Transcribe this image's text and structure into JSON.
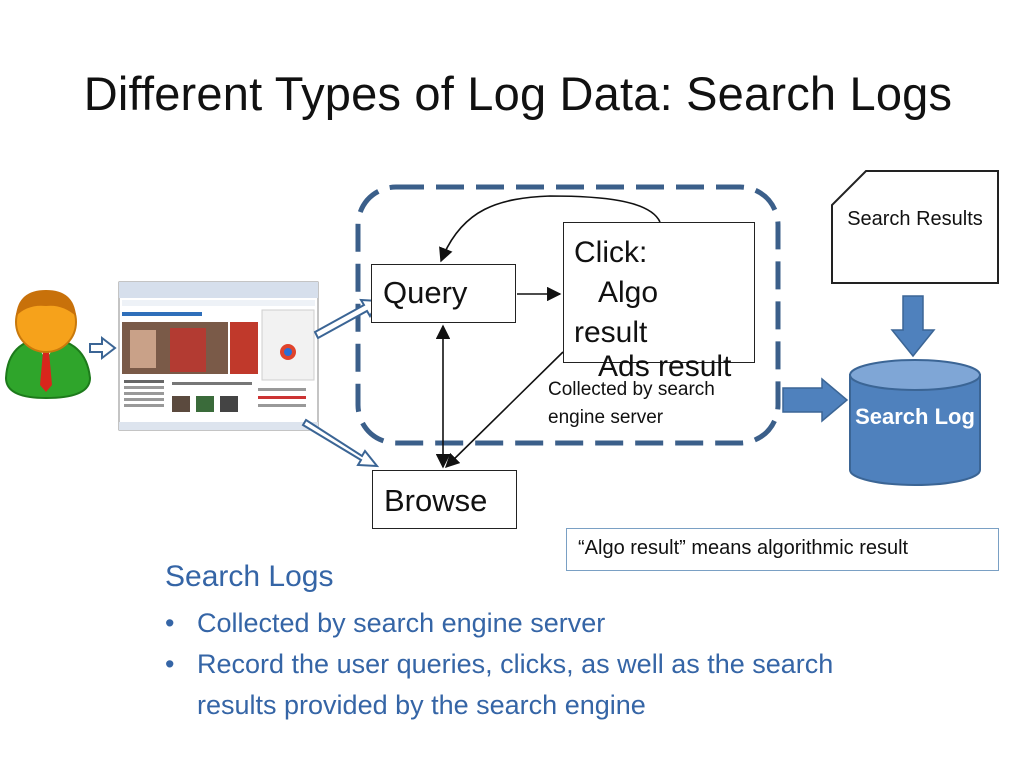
{
  "slide": {
    "title": "Different Types of Log Data: Search Logs"
  },
  "diagram": {
    "query_label": "Query",
    "browse_label": "Browse",
    "click_lines": [
      "Click:",
      "Algo",
      "result",
      "Ads result"
    ],
    "collected_label": "Collected by search engine server",
    "search_results_label": "Search Results",
    "search_log_label": "Search Log",
    "colors": {
      "dashed_region": "#3b5f8a",
      "cylinder_fill": "#4f81bd",
      "cylinder_stroke": "#3b6595",
      "arrow_fill": "#4f81bd",
      "user_head": "#f6a21b",
      "user_body": "#2fa52b",
      "tie": "#d9261c"
    },
    "icons": [
      "user-avatar-icon",
      "browser-screenshot",
      "document-icon",
      "database-cylinder-icon"
    ]
  },
  "note": {
    "text": "“Algo result” means algorithmic result"
  },
  "notes": {
    "heading": "Search Logs",
    "bullets": [
      "Collected by search engine server",
      "Record the user queries, clicks, as well as the search results provided by the search engine"
    ]
  }
}
